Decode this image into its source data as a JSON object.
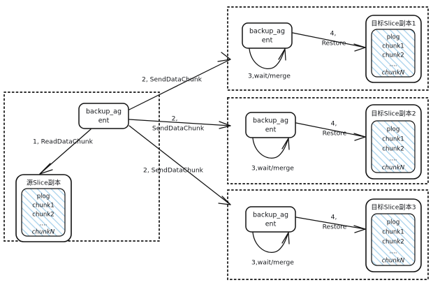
{
  "diagram": {
    "title": "slice backup and restore flow",
    "background_color": "#ffffff",
    "stroke_color": "#111111",
    "hatch_color": "#9dc8e8",
    "source_panel": {
      "name": "source-panel",
      "agent_label_line1": "backup_ag",
      "agent_label_line2": "ent",
      "slice_title": "源Slice副本",
      "chunks": [
        "plog",
        "chunk1",
        "chunk2",
        "....",
        "chunkN"
      ],
      "read_edge_label": "1, ReadDataChunk"
    },
    "send_edges": [
      {
        "label": "2,  SendDataChunk"
      },
      {
        "label_line1": "2,",
        "label_line2": "SendDataChunk"
      },
      {
        "label": "2,  SendDataChunk"
      }
    ],
    "target_panels": [
      {
        "name": "target-panel-1",
        "agent_label_line1": "backup_ag",
        "agent_label_line2": "ent",
        "self_loop_label": "3,wait/merge",
        "restore_label_line1": "4,",
        "restore_label_line2": "Restore",
        "slice_title": "目标Slice副本1",
        "chunks": [
          "plog",
          "chunk1",
          "chunk2",
          "....",
          "chunkN"
        ]
      },
      {
        "name": "target-panel-2",
        "agent_label_line1": "backup_ag",
        "agent_label_line2": "ent",
        "self_loop_label": "3,wait/merge",
        "restore_label_line1": "4,",
        "restore_label_line2": "Restore",
        "slice_title": "目标Slice副本2",
        "chunks": [
          "plog",
          "chunk1",
          "chunk2",
          "....",
          "chunkN"
        ]
      },
      {
        "name": "target-panel-3",
        "agent_label_line1": "backup_ag",
        "agent_label_line2": "ent",
        "self_loop_label": "3,wait/merge",
        "restore_label_line1": "4,",
        "restore_label_line2": "Restore",
        "slice_title": "目标Slice副本3",
        "chunks": [
          "plog",
          "chunk1",
          "chunk2",
          "....",
          "chunkN"
        ]
      }
    ]
  }
}
